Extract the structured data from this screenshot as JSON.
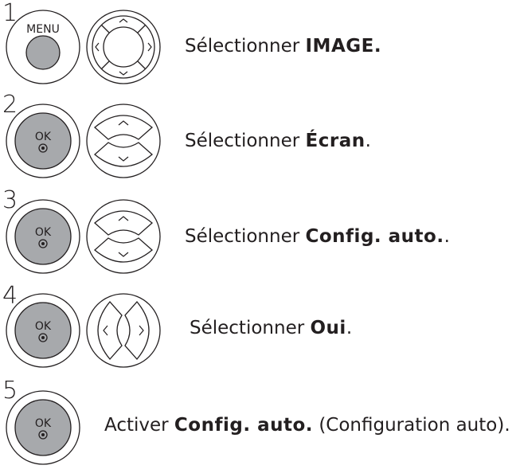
{
  "steps": [
    {
      "number": "1",
      "button": "MENU",
      "nav": "four-way-pad-icon",
      "prefix": "Sélectionner ",
      "bold": "IMAGE.",
      "suffix": ""
    },
    {
      "number": "2",
      "button": "OK",
      "nav": "up-down-pad-icon",
      "prefix": "Sélectionner ",
      "bold": "Écran",
      "suffix": "."
    },
    {
      "number": "3",
      "button": "OK",
      "nav": "up-down-pad-icon",
      "prefix": "Sélectionner ",
      "bold": "Config. auto.",
      "suffix": "."
    },
    {
      "number": "4",
      "button": "OK",
      "nav": "left-right-pad-icon",
      "prefix": "Sélectionner ",
      "bold": "Oui",
      "suffix": "."
    },
    {
      "number": "5",
      "button": "OK",
      "nav": "",
      "prefix": "Activer ",
      "bold": "Config. auto.",
      "suffix": " (Configuration auto)."
    }
  ]
}
